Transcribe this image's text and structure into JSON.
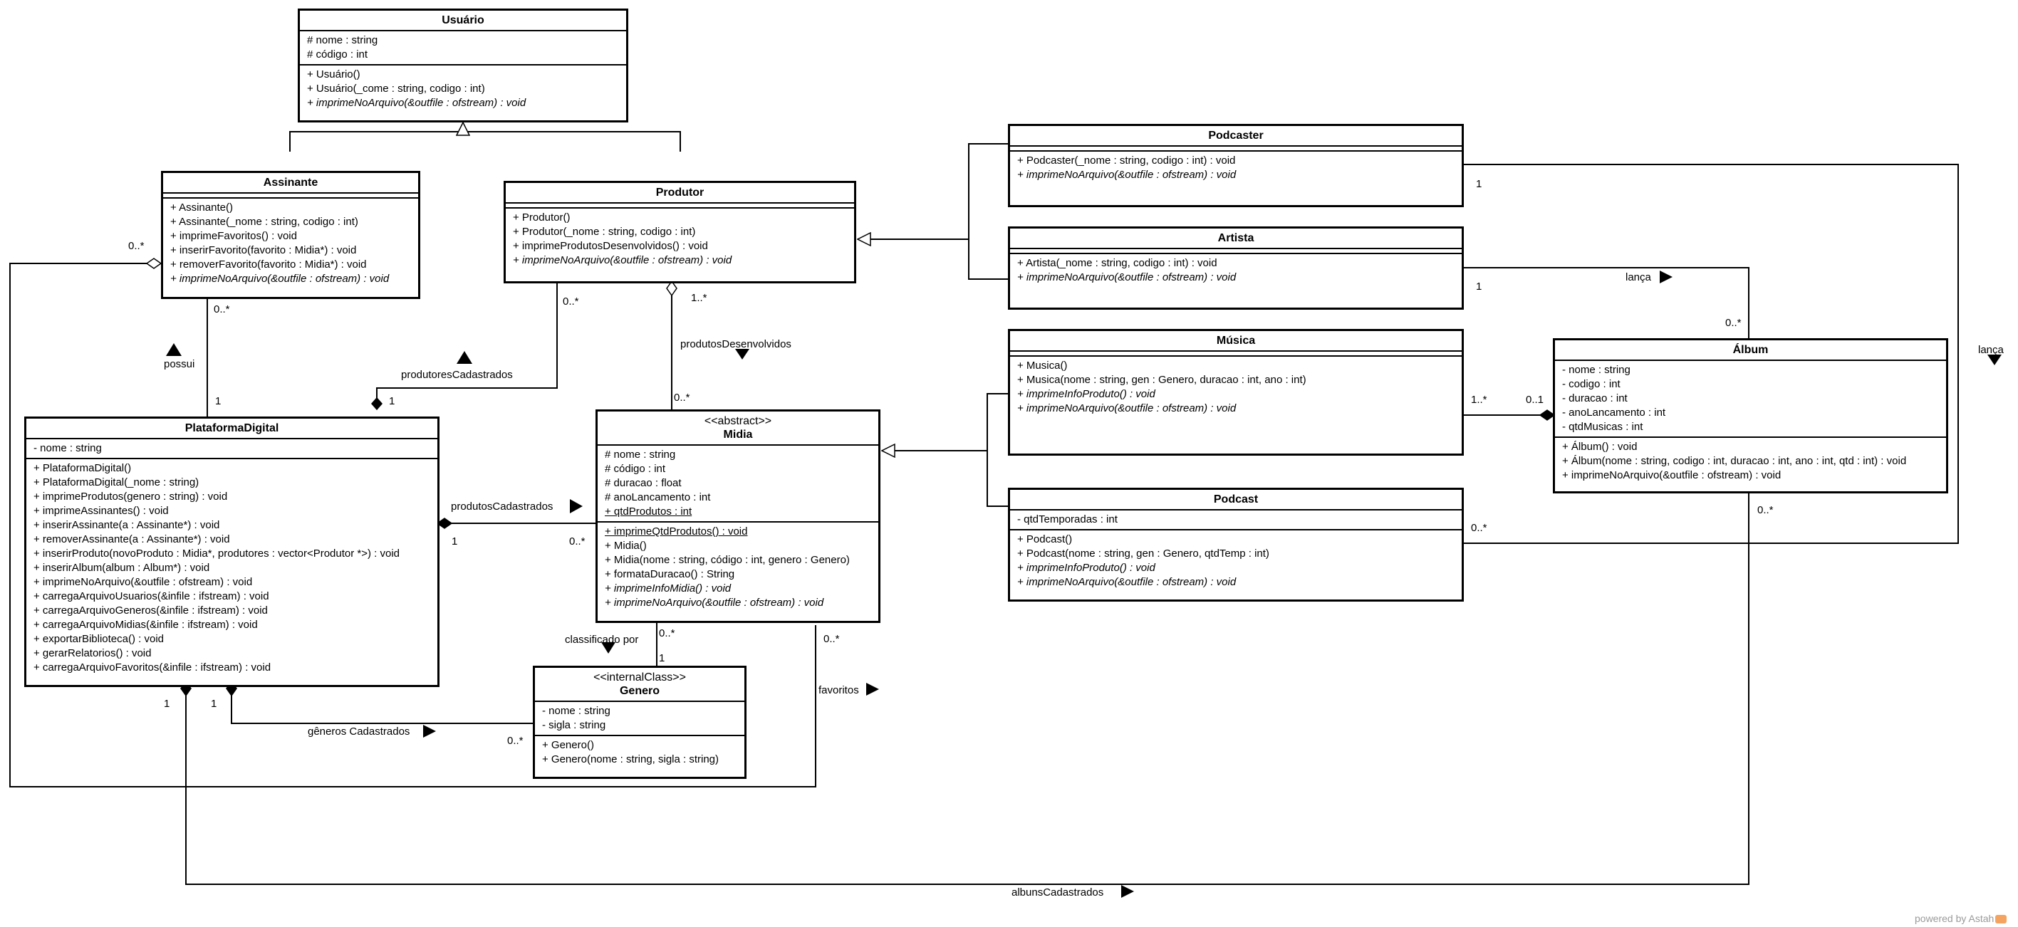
{
  "classes": {
    "usuario": {
      "name": "Usuário",
      "attrs": [
        "# nome : string",
        "# código : int"
      ],
      "ops": [
        "+ Usuário()",
        "+ Usuário(_come : string, codigo : int)",
        "+ imprimeNoArquivo(&outfile : ofstream) : void"
      ]
    },
    "assinante": {
      "name": "Assinante",
      "ops": [
        "+ Assinante()",
        "+ Assinante(_nome : string, codigo : int)",
        "+ imprimeFavoritos() : void",
        "+ inserirFavorito(favorito : Midia*) : void",
        "+ removerFavorito(favorito : Midia*) : void",
        "+ imprimeNoArquivo(&outfile : ofstream) : void"
      ]
    },
    "produtor": {
      "name": "Produtor",
      "ops": [
        "+ Produtor()",
        "+ Produtor(_nome : string, codigo : int)",
        "+ imprimeProdutosDesenvolvidos() : void",
        "+ imprimeNoArquivo(&outfile : ofstream) : void"
      ]
    },
    "podcaster": {
      "name": "Podcaster",
      "ops": [
        "+ Podcaster(_nome : string, codigo : int) : void",
        "+ imprimeNoArquivo(&outfile : ofstream) : void"
      ]
    },
    "artista": {
      "name": "Artista",
      "ops": [
        "+ Artista(_nome : string, codigo : int) : void",
        "+ imprimeNoArquivo(&outfile : ofstream) : void"
      ]
    },
    "musica": {
      "name": "Música",
      "ops": [
        "+ Musica()",
        "+ Musica(nome : string, gen : Genero, duracao : int, ano : int)",
        "+ imprimeInfoProduto() : void",
        "+ imprimeNoArquivo(&outfile : ofstream) : void"
      ]
    },
    "podcast": {
      "name": "Podcast",
      "attrs": [
        "- qtdTemporadas : int"
      ],
      "ops": [
        "+ Podcast()",
        "+ Podcast(nome : string, gen : Genero, qtdTemp : int)",
        "+ imprimeInfoProduto() : void",
        "+ imprimeNoArquivo(&outfile : ofstream) : void"
      ]
    },
    "album": {
      "name": "Álbum",
      "attrs": [
        "- nome : string",
        "- codigo : int",
        "- duracao : int",
        "- anoLancamento : int",
        "- qtdMusicas : int"
      ],
      "ops": [
        "+ Álbum() : void",
        "+ Álbum(nome : string, codigo : int, duracao : int, ano : int, qtd : int) : void",
        "+ imprimeNoArquivo(&outfile : ofstream) : void"
      ]
    },
    "plataforma": {
      "name": "PlataformaDigital",
      "attrs": [
        "- nome : string"
      ],
      "ops": [
        "+ PlataformaDigital()",
        "+ PlataformaDigital(_nome : string)",
        "+ imprimeProdutos(genero : string) : void",
        "+ imprimeAssinantes() : void",
        "+ inserirAssinante(a : Assinante*) : void",
        "+ removerAssinante(a : Assinante*) : void",
        "+ inserirProduto(novoProduto : Midia*, produtores : vector<Produtor *>) : void",
        "+ inserirAlbum(album : Album*) : void",
        "+ imprimeNoArquivo(&outfile : ofstream) : void",
        "+ carregaArquivoUsuarios(&infile : ifstream) : void",
        "+ carregaArquivoGeneros(&infile : ifstream) : void",
        "+ carregaArquivoMidias(&infile : ifstream) : void",
        "+ exportarBiblioteca() : void",
        "+ gerarRelatorios() : void",
        "+ carregaArquivoFavoritos(&infile : ifstream) : void"
      ]
    },
    "midia": {
      "stereotype": "<<abstract>>",
      "name": "Midia",
      "attrs": [
        "# nome : string",
        "# código : int",
        "# duracao : float",
        "# anoLancamento : int",
        "+ qtdProdutos : int"
      ],
      "ops": [
        "+ imprimeQtdProdutos() : void",
        "+ Midia()",
        "+ Midia(nome : string, código : int, genero : Genero)",
        "+ formataDuracao() : String",
        "+ imprimeInfoMidia() : void",
        "+ imprimeNoArquivo(&outfile : ofstream) : void"
      ]
    },
    "genero": {
      "stereotype": "<<internalClass>>",
      "name": "Genero",
      "attrs": [
        "- nome : string",
        "- sigla : string"
      ],
      "ops": [
        "+ Genero()",
        "+ Genero(nome : string, sigla : string)"
      ]
    }
  },
  "labels": {
    "possui": "possui",
    "produtoresCadastrados": "produtoresCadastrados",
    "produtosDesenvolvidos": "produtosDesenvolvidos",
    "produtosCadastrados": "produtosCadastrados",
    "classificadoPor": "classificado por",
    "favoritos": "favoritos",
    "generosCadastrados": "gêneros Cadastrados",
    "albunsCadastrados": "albunsCadastrados",
    "lanca1": "lança",
    "lanca2": "lança"
  },
  "mult": {
    "assinanteFav": "0..*",
    "assinantePossui": "0..*",
    "plataformaPossui": "1",
    "produtorCad": "0..*",
    "plataformaProd": "1",
    "produtorDesenv": "1..*",
    "midiaDesenv": "0..*",
    "plataformaProdCad": "1",
    "midiaProdCad": "0..*",
    "midiaGenero": "0..*",
    "generoMidia": "1",
    "plataformaGen": "1",
    "generoGen": "0..*",
    "plataformaAlb": "1",
    "midiaFav": "0..*",
    "podcasterLanca": "1",
    "artistaLanca": "1",
    "albumLanca": "0..*",
    "musicaAlbum": "1..*",
    "albumMusica": "0..1",
    "podcastLanca": "0..*",
    "albumPlat": "0..*"
  },
  "watermark": "powered by Astah"
}
